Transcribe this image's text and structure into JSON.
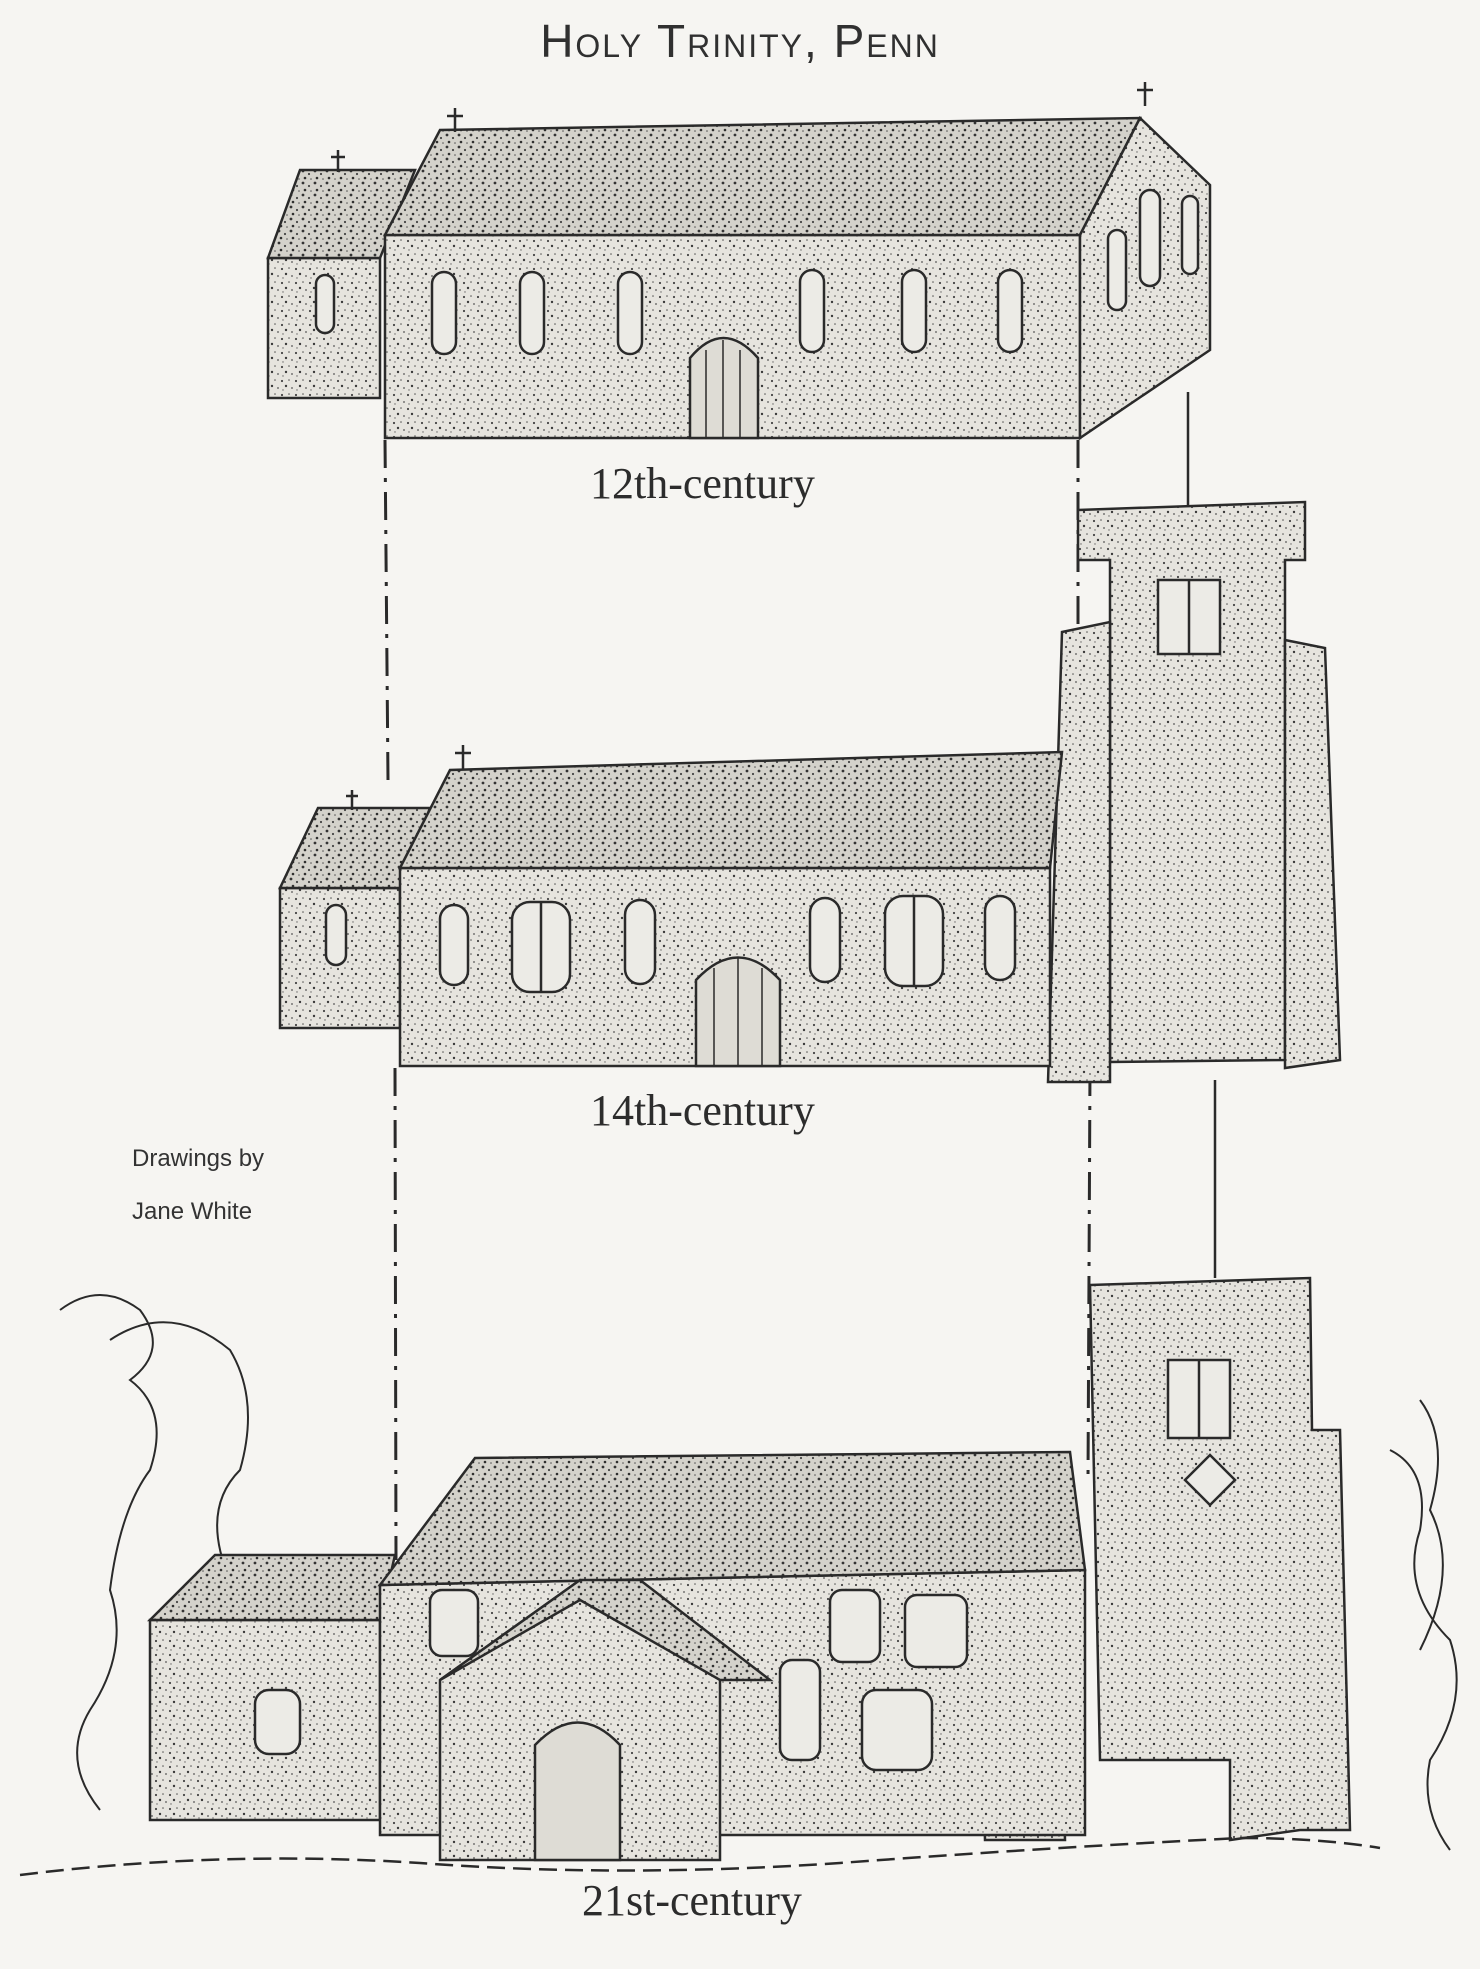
{
  "title": "Holy Trinity, Penn",
  "captions": {
    "c12": "12th-century",
    "c14": "14th-century",
    "c21": "21st-century"
  },
  "credit": {
    "line1": "Drawings by",
    "line2": "Jane White"
  },
  "colors": {
    "paper": "#f6f5f2",
    "ink": "#2a2a2a",
    "stone_fill": "#e2e0da",
    "roof_fill": "#cfcdc6"
  }
}
